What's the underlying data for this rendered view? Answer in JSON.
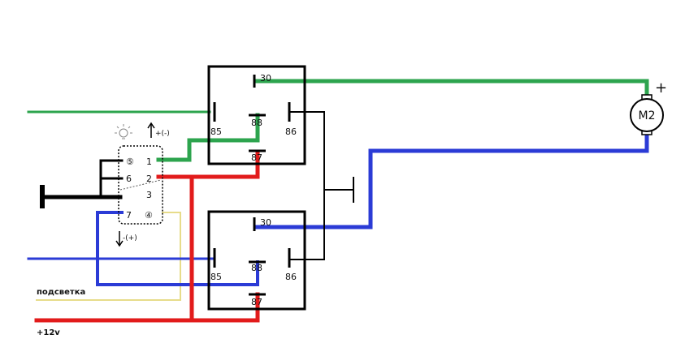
{
  "relay_top": {
    "pin30": "30",
    "pin85": "85",
    "pin87a": "88",
    "pin86": "86",
    "pin87": "87"
  },
  "relay_bottom": {
    "pin30": "30",
    "pin85": "85",
    "pin87a": "88",
    "pin86": "86",
    "pin87": "87"
  },
  "switch": {
    "pin5": "⑤",
    "pin1": "1",
    "pin6": "6",
    "pin2": "2",
    "pin3": "3",
    "pin7": "7",
    "pin4": "④",
    "up_label": "+(-)",
    "down_label": "-(+)"
  },
  "motor": {
    "label": "M2",
    "plus": "+"
  },
  "labels": {
    "backlight": "подсветка",
    "power": "+12v"
  },
  "colors": {
    "green": "#2da44e",
    "blue": "#2b3bd6",
    "red": "#e21b1b",
    "black": "#000000",
    "yellow": "#e7dc8a"
  }
}
